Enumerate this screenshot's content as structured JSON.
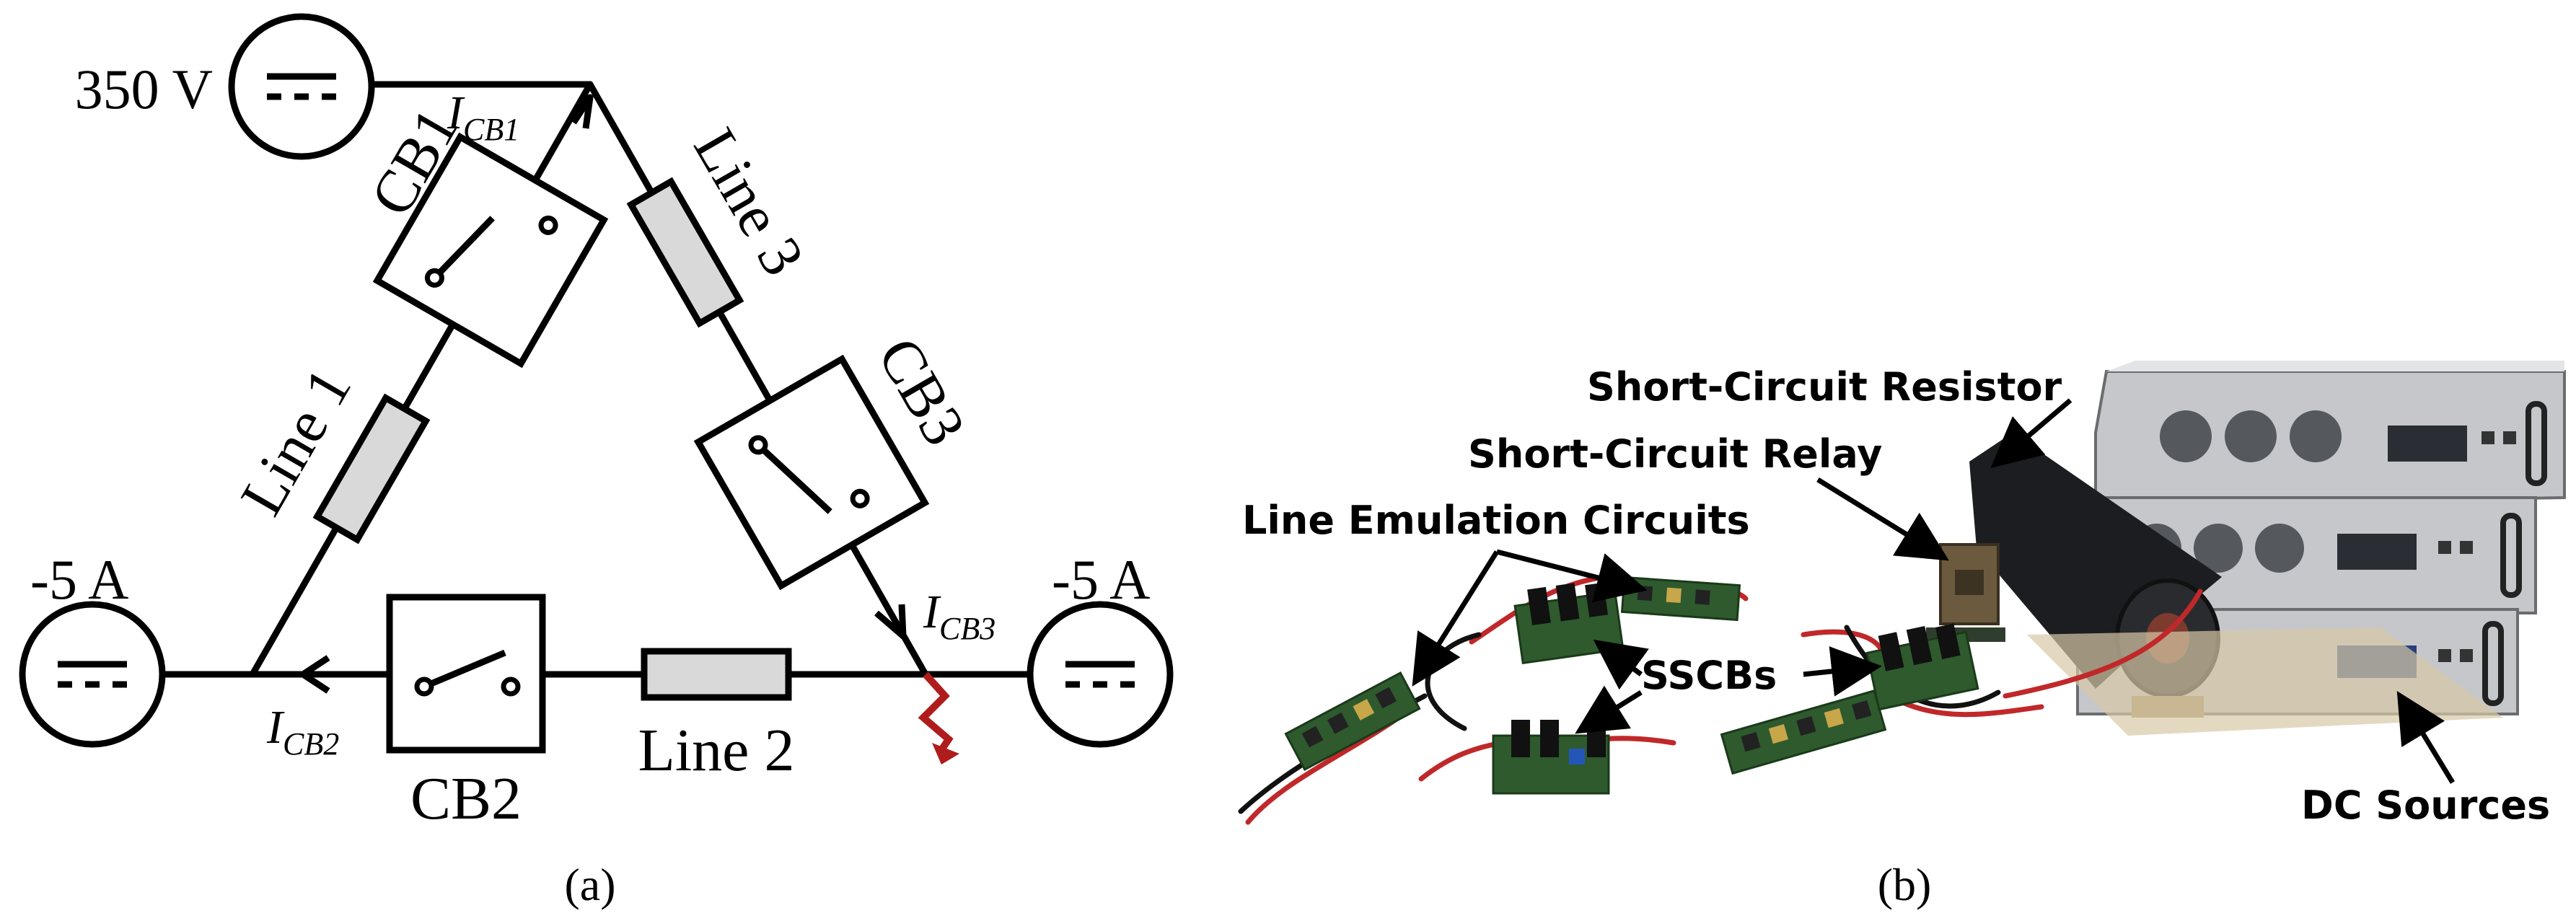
{
  "panel_a": {
    "source_voltage_label": "350 V",
    "left_source_label": "-5 A",
    "right_source_label": "-5 A",
    "cb1_label": "CB1",
    "cb2_label": "CB2",
    "cb3_label": "CB3",
    "line1_label": "Line 1",
    "line2_label": "Line 2",
    "line3_label": "Line 3",
    "current_symbol": "I",
    "icb1_subscript": "CB1",
    "icb2_subscript": "CB2",
    "icb3_subscript": "CB3",
    "caption": "(a)"
  },
  "panel_b": {
    "label_short_circuit_resistor": "Short-Circuit Resistor",
    "label_short_circuit_relay": "Short-Circuit Relay",
    "label_line_emulation": "Line Emulation Circuits",
    "label_sscbs": "SSCBs",
    "label_dc_sources": "DC Sources",
    "caption": "(b)"
  },
  "colors": {
    "wire": "#000000",
    "line_fill": "#d9d9d9",
    "fault": "#b01c1c",
    "pcb": "#2e5a2e",
    "cable_red": "#c0282a",
    "instrument": "#cfd0d2"
  }
}
